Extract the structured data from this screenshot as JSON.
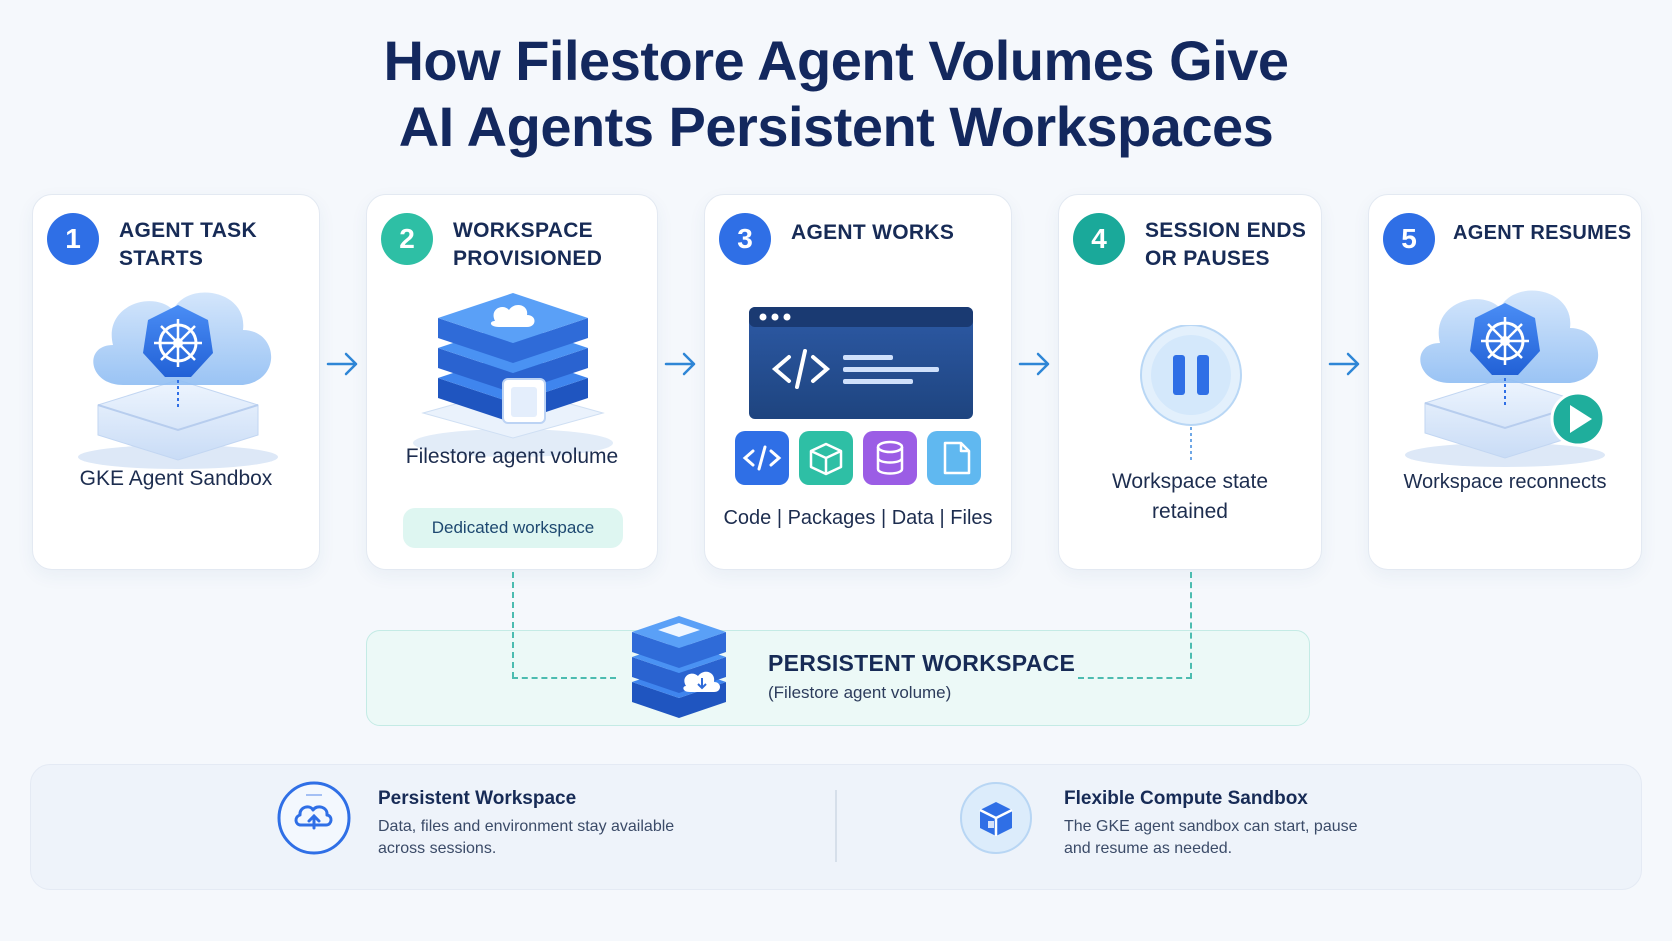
{
  "title": {
    "line1": "How Filestore Agent Volumes Give",
    "line2": "AI Agents Persistent Workspaces"
  },
  "steps": [
    {
      "number": "1",
      "title_line1": "AGENT TASK",
      "title_line2": "STARTS",
      "caption": "GKE Agent Sandbox",
      "badge_color": "#2f6fe6"
    },
    {
      "number": "2",
      "title_line1": "WORKSPACE",
      "title_line2": "PROVISIONED",
      "caption": "Filestore agent volume",
      "pill": "Dedicated workspace",
      "badge_color": "#2ebfa5"
    },
    {
      "number": "3",
      "title_line1": "AGENT WORKS",
      "title_line2": "",
      "caption": "Code | Packages | Data | Files",
      "badge_color": "#2f6fe6"
    },
    {
      "number": "4",
      "title_line1": "SESSION ENDS",
      "title_line2": "OR PAUSES",
      "caption_line1": "Workspace state",
      "caption_line2": "retained",
      "badge_color": "#1aa99a"
    },
    {
      "number": "5",
      "title_line1": "AGENT RESUMES",
      "title_line2": "",
      "caption": "Workspace reconnects",
      "badge_color": "#2f6fe6"
    }
  ],
  "persistent": {
    "title": "PERSISTENT WORKSPACE",
    "subtitle": "(Filestore agent volume)"
  },
  "features": [
    {
      "title": "Persistent Workspace",
      "desc_line1": "Data, files and environment stay available",
      "desc_line2": "across sessions."
    },
    {
      "title": "Flexible Compute Sandbox",
      "desc_line1": "The GKE agent sandbox can start, pause",
      "desc_line2": "and resume as needed."
    }
  ],
  "colors": {
    "primary_blue": "#2f6fe6",
    "teal": "#2ebfa5",
    "navy": "#13285e",
    "purple": "#9b5de5",
    "sky": "#60b8f0"
  }
}
